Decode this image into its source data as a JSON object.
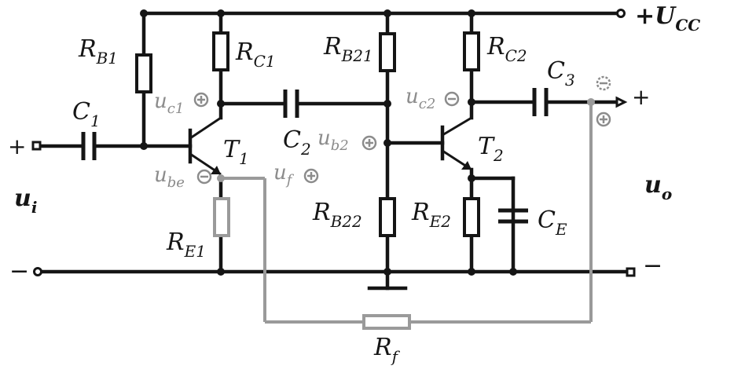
{
  "circuit": {
    "supply_label": "+U",
    "supply_sub": "CC",
    "input_label": "u",
    "input_sub": "i",
    "output_label": "u",
    "output_sub": "o",
    "plus_sign": "+",
    "minus_sign": "−",
    "resistors": {
      "rb1": {
        "main": "R",
        "sub": "B1"
      },
      "rc1": {
        "main": "R",
        "sub": "C1"
      },
      "re1": {
        "main": "R",
        "sub": "E1"
      },
      "rb21": {
        "main": "R",
        "sub": "B21"
      },
      "rb22": {
        "main": "R",
        "sub": "B22"
      },
      "rc2": {
        "main": "R",
        "sub": "C2"
      },
      "re2": {
        "main": "R",
        "sub": "E2"
      },
      "rf": {
        "main": "R",
        "sub": "f"
      }
    },
    "capacitors": {
      "c1": {
        "main": "C",
        "sub": "1"
      },
      "c2": {
        "main": "C",
        "sub": "2"
      },
      "c3": {
        "main": "C",
        "sub": "3"
      },
      "ce": {
        "main": "C",
        "sub": "E"
      }
    },
    "transistors": {
      "t1": {
        "main": "T",
        "sub": "1"
      },
      "t2": {
        "main": "T",
        "sub": "2"
      }
    },
    "signals": {
      "uc1": {
        "main": "u",
        "sub": "c1"
      },
      "uc2": {
        "main": "u",
        "sub": "c2"
      },
      "ub2": {
        "main": "u",
        "sub": "b2"
      },
      "ube": {
        "main": "u",
        "sub": "be"
      },
      "uf": {
        "main": "u",
        "sub": "f"
      }
    },
    "colors": {
      "wire": "#151515",
      "feedback": "#9a9a9a",
      "annotation": "#8c8c8c"
    }
  }
}
